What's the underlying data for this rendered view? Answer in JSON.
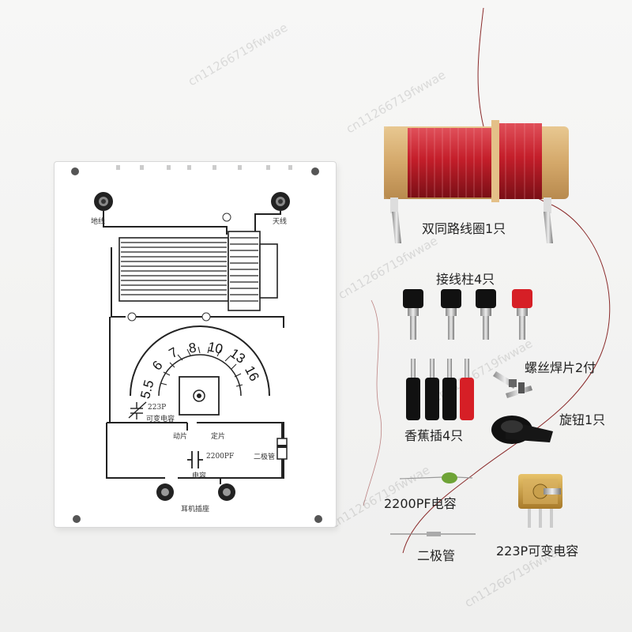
{
  "watermark": "cn11266719fwwae",
  "board": {
    "antenna_label": "天线",
    "ground_label": "地线",
    "cap_223_label": "223P",
    "cap_variable_label": "可变电容",
    "moving_label": "动片",
    "fixed_label": "定片",
    "cap_2200_label": "2200PF",
    "cap_label": "电容",
    "diode_label": "二极管",
    "earphone_label": "耳机插座",
    "dial_numbers": [
      "5.5",
      "6",
      "7",
      "8",
      "10",
      "13",
      "16"
    ]
  },
  "parts": {
    "coil": "双同路线圈1只",
    "posts": "接线柱4只",
    "solder_lugs": "螺丝焊片2付",
    "banana": "香蕉插4只",
    "knob": "旋钮1只",
    "capacitor": "2200PF电容",
    "diode": "二极管",
    "variable_cap": "223P可变电容"
  },
  "colors": {
    "coil_wire": "#c41e2a",
    "coil_form": "#d8b27a",
    "post_black": "#111111",
    "post_red": "#d61f26",
    "capacitor_green": "#6ea336",
    "brass": "#c89b3c"
  }
}
